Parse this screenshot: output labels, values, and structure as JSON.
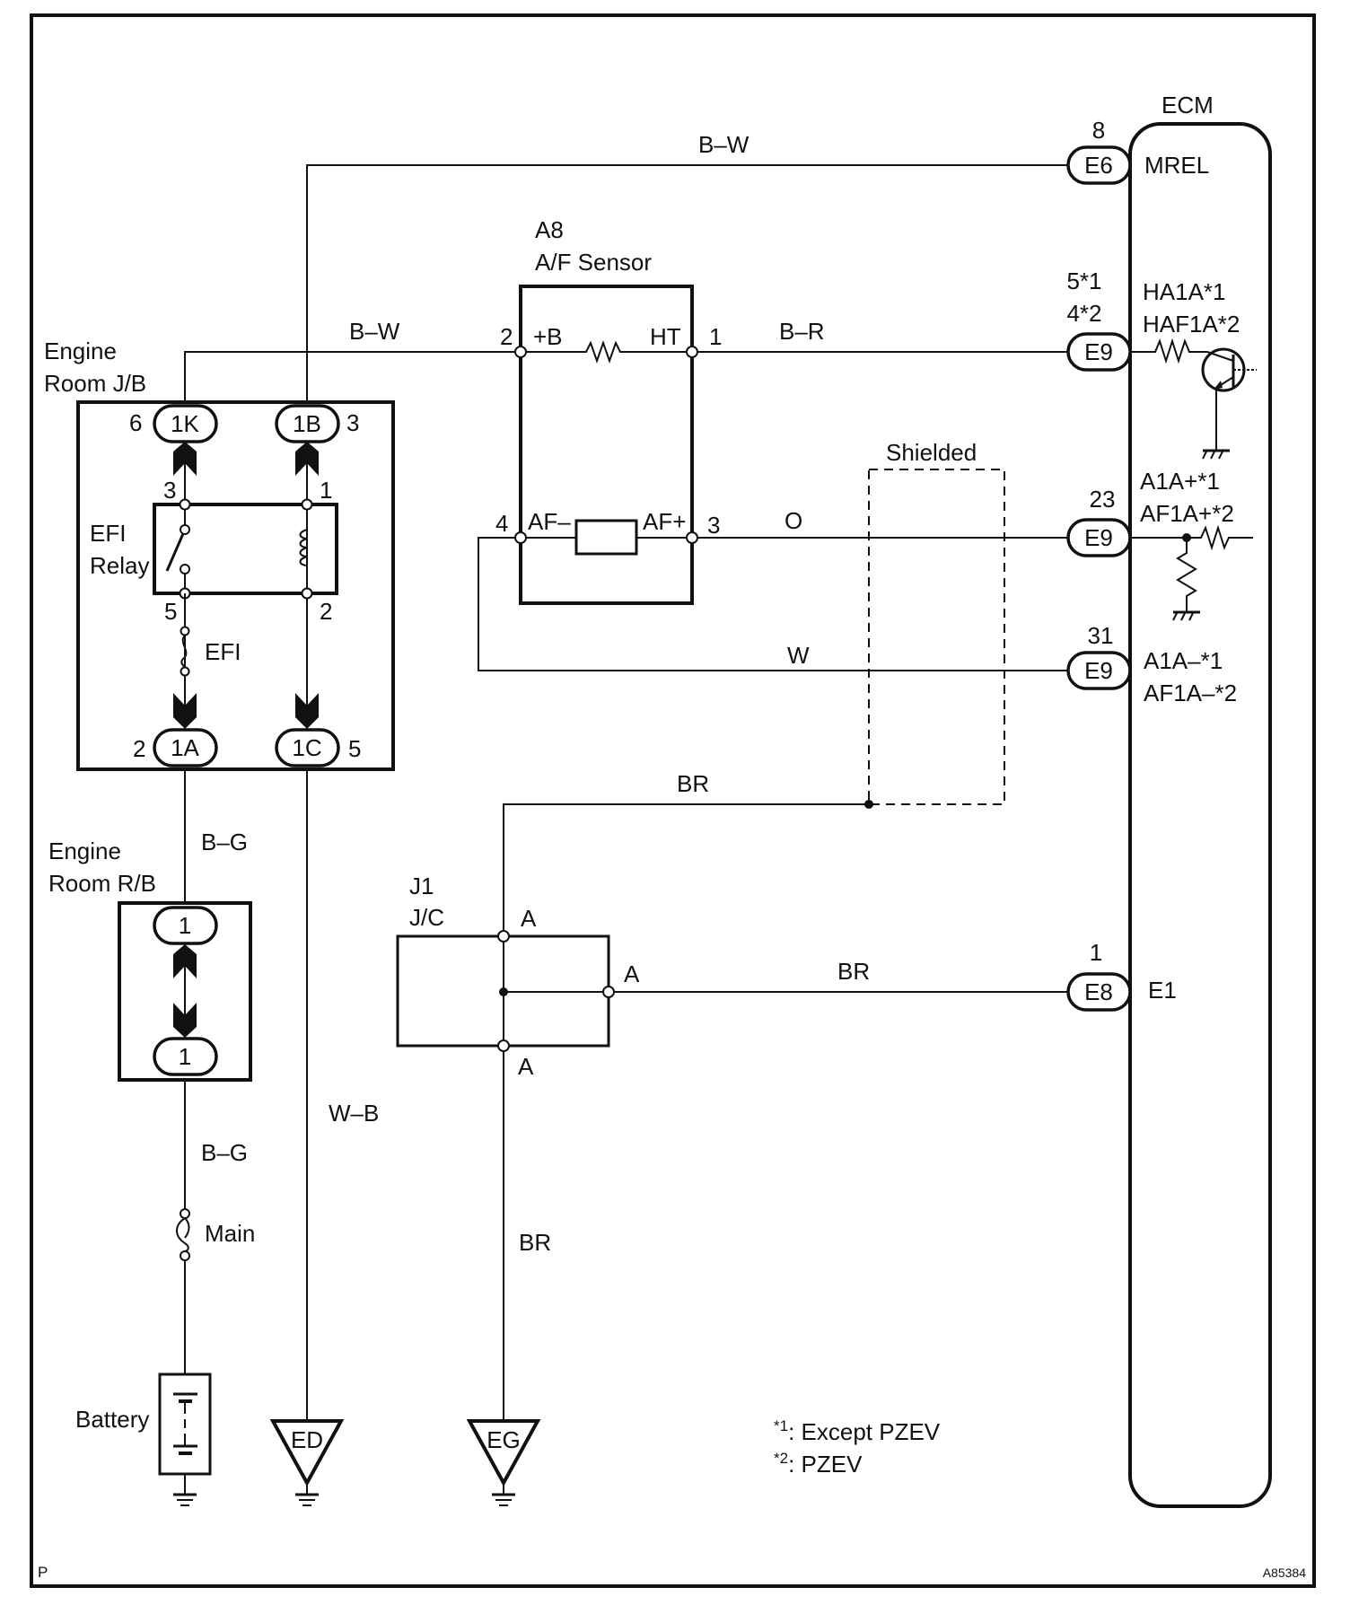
{
  "diagram": {
    "figure_id": "A85384",
    "corner_mark": "P",
    "footnotes": [
      {
        "mark": "*1",
        "text": ": Except PZEV"
      },
      {
        "mark": "*2",
        "text": ": PZEV"
      }
    ],
    "components": {
      "ecm": {
        "label": "ECM"
      },
      "jb": {
        "label_line1": "Engine",
        "label_line2": "Room J/B"
      },
      "rb": {
        "label_line1": "Engine",
        "label_line2": "Room R/B"
      },
      "relay": {
        "label_line1": "EFI",
        "label_line2": "Relay"
      },
      "efi_fuse": {
        "label": "EFI"
      },
      "main_fuse": {
        "label": "Main"
      },
      "battery": {
        "label": "Battery"
      },
      "sensor": {
        "id": "A8",
        "label": "A/F Sensor"
      },
      "jc": {
        "id": "J1",
        "label": "J/C"
      },
      "shield": {
        "label": "Shielded"
      },
      "ground_ed": {
        "label": "ED"
      },
      "ground_eg": {
        "label": "EG"
      }
    },
    "connectors": {
      "jb_1k": {
        "code": "1K",
        "pin": "6"
      },
      "jb_1b": {
        "code": "1B",
        "pin": "3"
      },
      "jb_1a": {
        "code": "1A",
        "pin": "2"
      },
      "jb_1c": {
        "code": "1C",
        "pin": "5"
      },
      "rb_top": {
        "code": "1"
      },
      "rb_bottom": {
        "code": "1"
      },
      "ecm_e6": {
        "code": "E6",
        "pin": "8",
        "signal": "MREL"
      },
      "ecm_e9_heater": {
        "code": "E9",
        "pin_line1": "5*1",
        "pin_line2": "4*2",
        "signal_line1": "HA1A*1",
        "signal_line2": "HAF1A*2"
      },
      "ecm_e9_afplus": {
        "code": "E9",
        "pin": "23",
        "signal_line1": "A1A+*1",
        "signal_line2": "AF1A+*2"
      },
      "ecm_e9_afminus": {
        "code": "E9",
        "pin": "31",
        "signal_line1": "A1A–*1",
        "signal_line2": "AF1A–*2"
      },
      "ecm_e8": {
        "code": "E8",
        "pin": "1",
        "signal": "E1"
      }
    },
    "relay_pins": {
      "p3": "3",
      "p1": "1",
      "p5": "5",
      "p2": "2"
    },
    "sensor_pins": {
      "p2": "2",
      "p2_name": "+B",
      "p1": "1",
      "p1_name": "HT",
      "p4": "4",
      "p4_name": "AF–",
      "p3": "3",
      "p3_name": "AF+"
    },
    "jc_pins": {
      "top": "A",
      "right": "A",
      "bottom": "A"
    },
    "wires": {
      "mrel": "B–W",
      "plus_b": "B–W",
      "heater": "B–R",
      "af_plus": "O",
      "af_minus": "W",
      "shield_drain": "BR",
      "ecm_ground": "BR",
      "jc_ground": "BR",
      "rb_to_jb": "B–G",
      "battery_to_rb": "B–G",
      "jb_ground": "W–B"
    }
  }
}
